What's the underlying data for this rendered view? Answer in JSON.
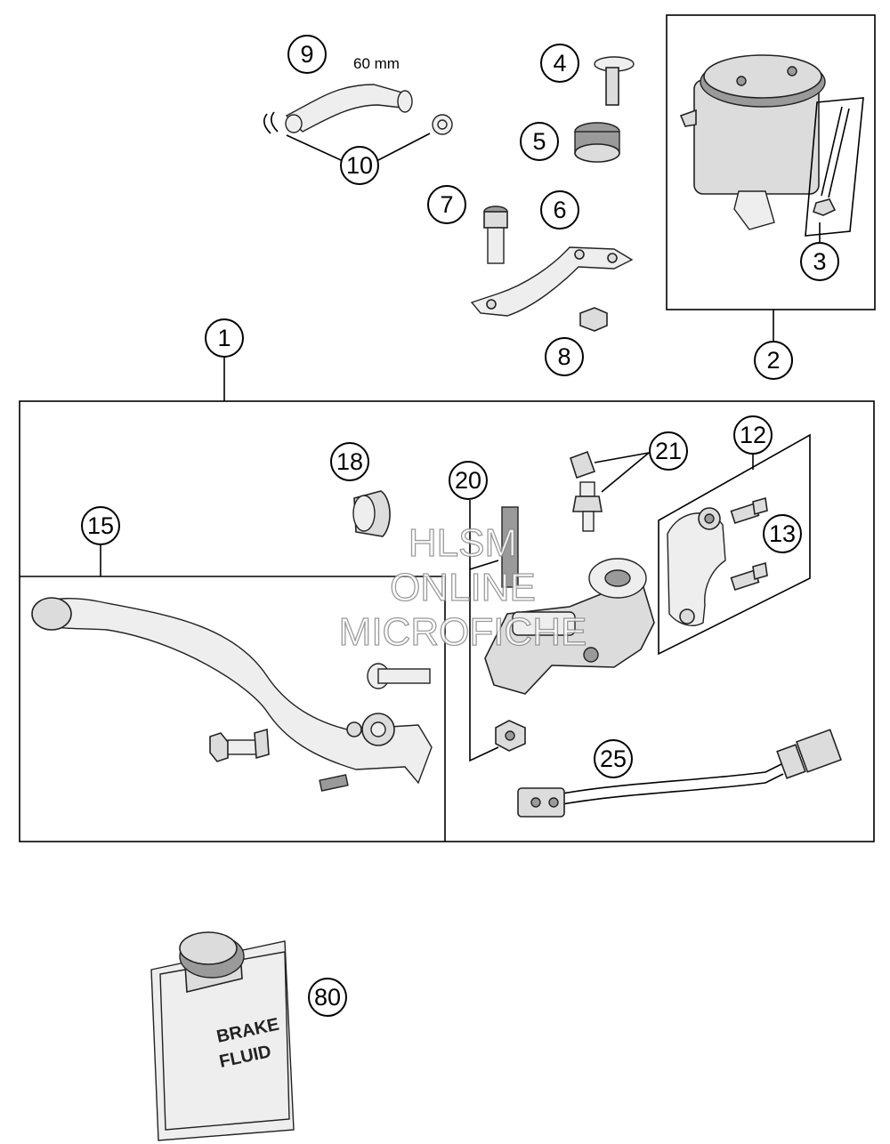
{
  "callouts": [
    {
      "id": "c1",
      "label": "1"
    },
    {
      "id": "c2",
      "label": "2"
    },
    {
      "id": "c3",
      "label": "3"
    },
    {
      "id": "c4",
      "label": "4"
    },
    {
      "id": "c5",
      "label": "5"
    },
    {
      "id": "c6",
      "label": "6"
    },
    {
      "id": "c7",
      "label": "7"
    },
    {
      "id": "c8",
      "label": "8"
    },
    {
      "id": "c9",
      "label": "9"
    },
    {
      "id": "c10",
      "label": "10"
    },
    {
      "id": "c12",
      "label": "12"
    },
    {
      "id": "c13",
      "label": "13"
    },
    {
      "id": "c15",
      "label": "15"
    },
    {
      "id": "c18",
      "label": "18"
    },
    {
      "id": "c20",
      "label": "20"
    },
    {
      "id": "c21",
      "label": "21"
    },
    {
      "id": "c25",
      "label": "25"
    },
    {
      "id": "c80",
      "label": "80"
    }
  ],
  "hose_length_note": "60 mm",
  "watermark": {
    "line1": "HLSM",
    "line2": "ONLINE",
    "line3": "MICROFICHE"
  },
  "brake_fluid_can": {
    "line1": "BRAKE",
    "line2": "FLUID"
  }
}
